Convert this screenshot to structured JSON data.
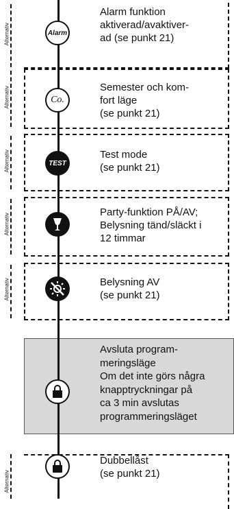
{
  "steps": [
    {
      "alt": "Alternativ",
      "icon": "alarm-icon",
      "icon_text": "Alarm",
      "lines": [
        "Alarm funktion",
        "aktiverad/avaktiver-",
        "ad (se punkt 21)"
      ]
    },
    {
      "alt": "Alternativ",
      "icon": "comfort-icon",
      "icon_text": "Co.",
      "lines": [
        "Semester och kom-",
        "fort läge",
        "(se punkt 21)"
      ]
    },
    {
      "alt": "Alternativ",
      "icon": "test-icon",
      "icon_text": "TEST",
      "lines": [
        "Test mode",
        "(se punkt 21)"
      ]
    },
    {
      "alt": "Alternativ",
      "icon": "party-glass-icon",
      "lines": [
        "Party-funktion PÅ/AV;",
        "Belysning tänd/släckt i",
        "12 timmar"
      ]
    },
    {
      "alt": "Alternativ",
      "icon": "lighting-off-icon",
      "lines": [
        "Belysning AV",
        "(se punkt 21)"
      ]
    },
    {
      "icon": "padlock-icon",
      "lines": [
        "Avsluta program-",
        "meringsläge",
        "Om det inte görs några",
        "knapptryckningar på",
        "ca 3 min avslutas",
        "programmeringsläget"
      ]
    },
    {
      "alt": "Alternativ",
      "icon": "padlock-icon",
      "lines": [
        "Dubbellåst",
        "(se punkt 21)"
      ]
    }
  ]
}
